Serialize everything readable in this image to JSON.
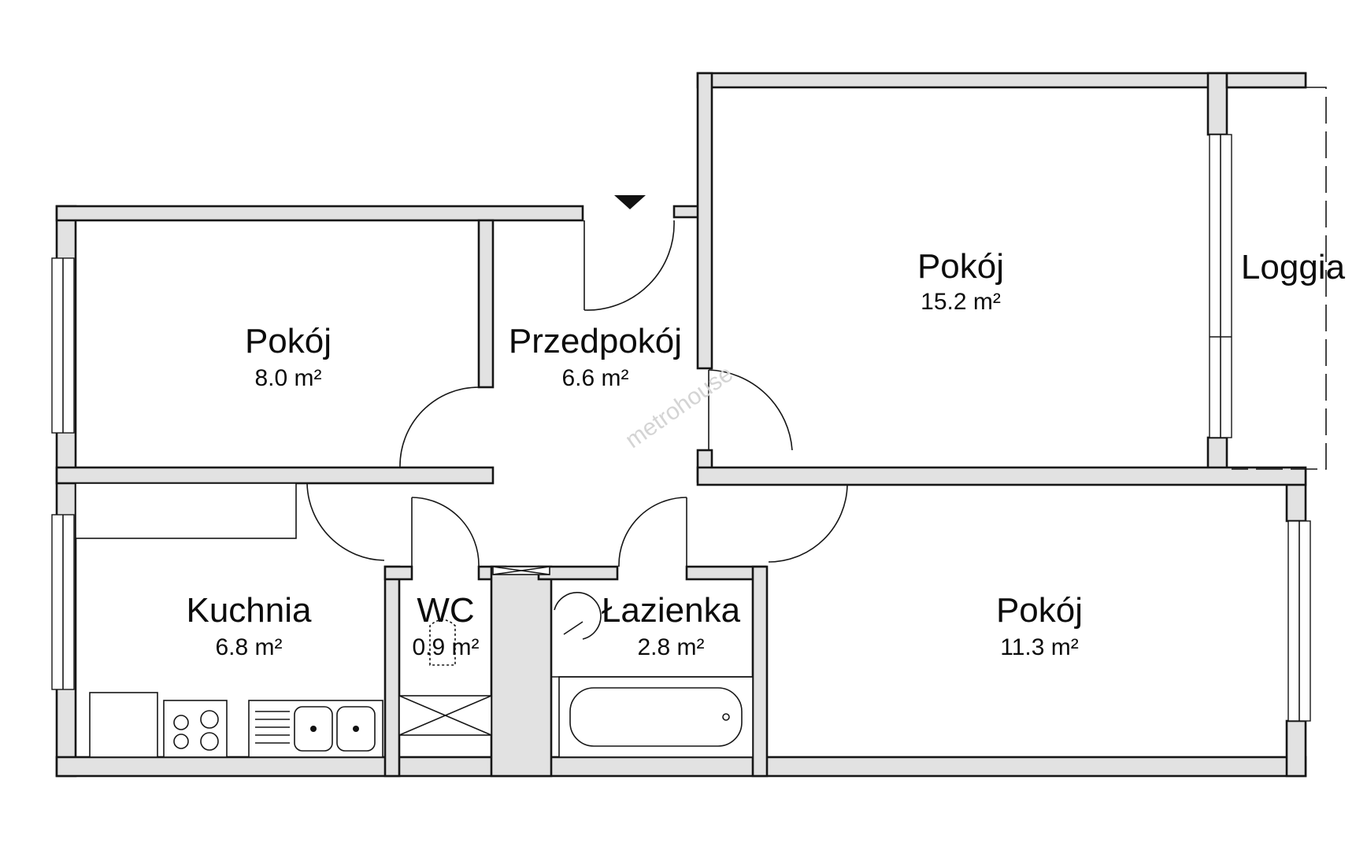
{
  "watermark": "metrohouse",
  "rooms": {
    "pokoj_nw": {
      "name": "Pokój",
      "area": "8.0 m²"
    },
    "przedpokoj": {
      "name": "Przedpokój",
      "area": "6.6 m²"
    },
    "pokoj_ne": {
      "name": "Pokój",
      "area": "15.2 m²"
    },
    "loggia": {
      "name": "Loggia"
    },
    "kuchnia": {
      "name": "Kuchnia",
      "area": "6.8 m²"
    },
    "wc": {
      "name": "WC",
      "area": "0.9 m²"
    },
    "lazienka": {
      "name": "Łazienka",
      "area": "2.8 m²"
    },
    "pokoj_se": {
      "name": "Pokój",
      "area": "11.3 m²"
    }
  },
  "colors": {
    "wall_fill": "#e2e2e2",
    "line": "#161616",
    "watermark": "#d4d4d4",
    "background": "#ffffff"
  }
}
